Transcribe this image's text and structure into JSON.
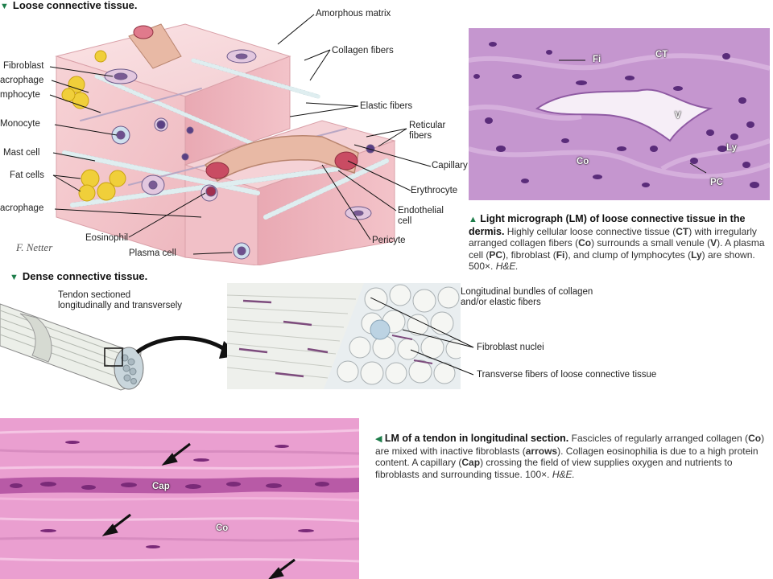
{
  "colors": {
    "accent_triangle": "#1d7d4a",
    "tissue_pink": "#f3c7cc",
    "micrograph_purple": "#b37fc2",
    "tendon_pink": "#e79ac9"
  },
  "top_section": {
    "title": "Loose connective tissue.",
    "labels": {
      "amorphous_matrix": "Amorphous matrix",
      "collagen_fibers": "Collagen fibers",
      "fibroblast": "Fibroblast",
      "macrophage_top": "acrophage",
      "lymphocyte": "mphocyte",
      "monocyte": "Monocyte",
      "mast_cell": "Mast cell",
      "fat_cells": "Fat cells",
      "macrophage_bottom": "acrophage",
      "eosinophil": "Eosinophil",
      "plasma_cell": "Plasma cell",
      "elastic_fibers": "Elastic fibers",
      "reticular_fibers_1": "Reticular",
      "reticular_fibers_2": "fibers",
      "capillary": "Capillary",
      "erythrocyte": "Erythrocyte",
      "endothelial_1": "Endothelial",
      "endothelial_2": "cell",
      "pericyte": "Pericyte"
    },
    "signature": "F. Netter"
  },
  "micrograph_1": {
    "labels": {
      "fi": "Fi",
      "ct": "CT",
      "v": "V",
      "co": "Co",
      "ly": "Ly",
      "pc": "PC"
    },
    "caption": {
      "lead": "Light micrograph (LM) of loose connective tissue in the dermis.",
      "t1": " Highly cellular loose connective tissue (",
      "b1": "CT",
      "t2": ") with irregularly arranged collagen fibers (",
      "b2": "Co",
      "t3": ") surrounds a small venule (",
      "b3": "V",
      "t4": "). A plasma cell (",
      "b4": "PC",
      "t5": "), fibroblast (",
      "b5": "Fi",
      "t6": "), and clump of lymphocytes (",
      "b6": "Ly",
      "t7": ") are shown. 500×. ",
      "stain": "H&E."
    }
  },
  "dense_section": {
    "title": "Dense connective tissue.",
    "labels": {
      "tendon_1": "Tendon sectioned",
      "tendon_2": "longitudinally and transversely",
      "bundles_1": "Longitudinal bundles of collagen",
      "bundles_2": "and/or elastic fibers",
      "fibroblast_nuclei": "Fibroblast nuclei",
      "transverse": "Transverse fibers of loose connective tissue"
    }
  },
  "micrograph_2": {
    "labels": {
      "cap": "Cap",
      "co": "Co"
    },
    "caption": {
      "lead": "LM of a tendon in longitudinal section.",
      "t1": " Fascicles of regularly arranged collagen (",
      "b1": "Co",
      "t2": ") are mixed with inactive fibroblasts (",
      "b2": "arrows",
      "t3": "). Collagen eosinophilia is due to a high protein content. A capillary (",
      "b3": "Cap",
      "t4": ") crossing the field of view supplies oxygen and nutrients to fibroblasts and surrounding tissue. 100×. ",
      "stain": "H&E."
    }
  }
}
